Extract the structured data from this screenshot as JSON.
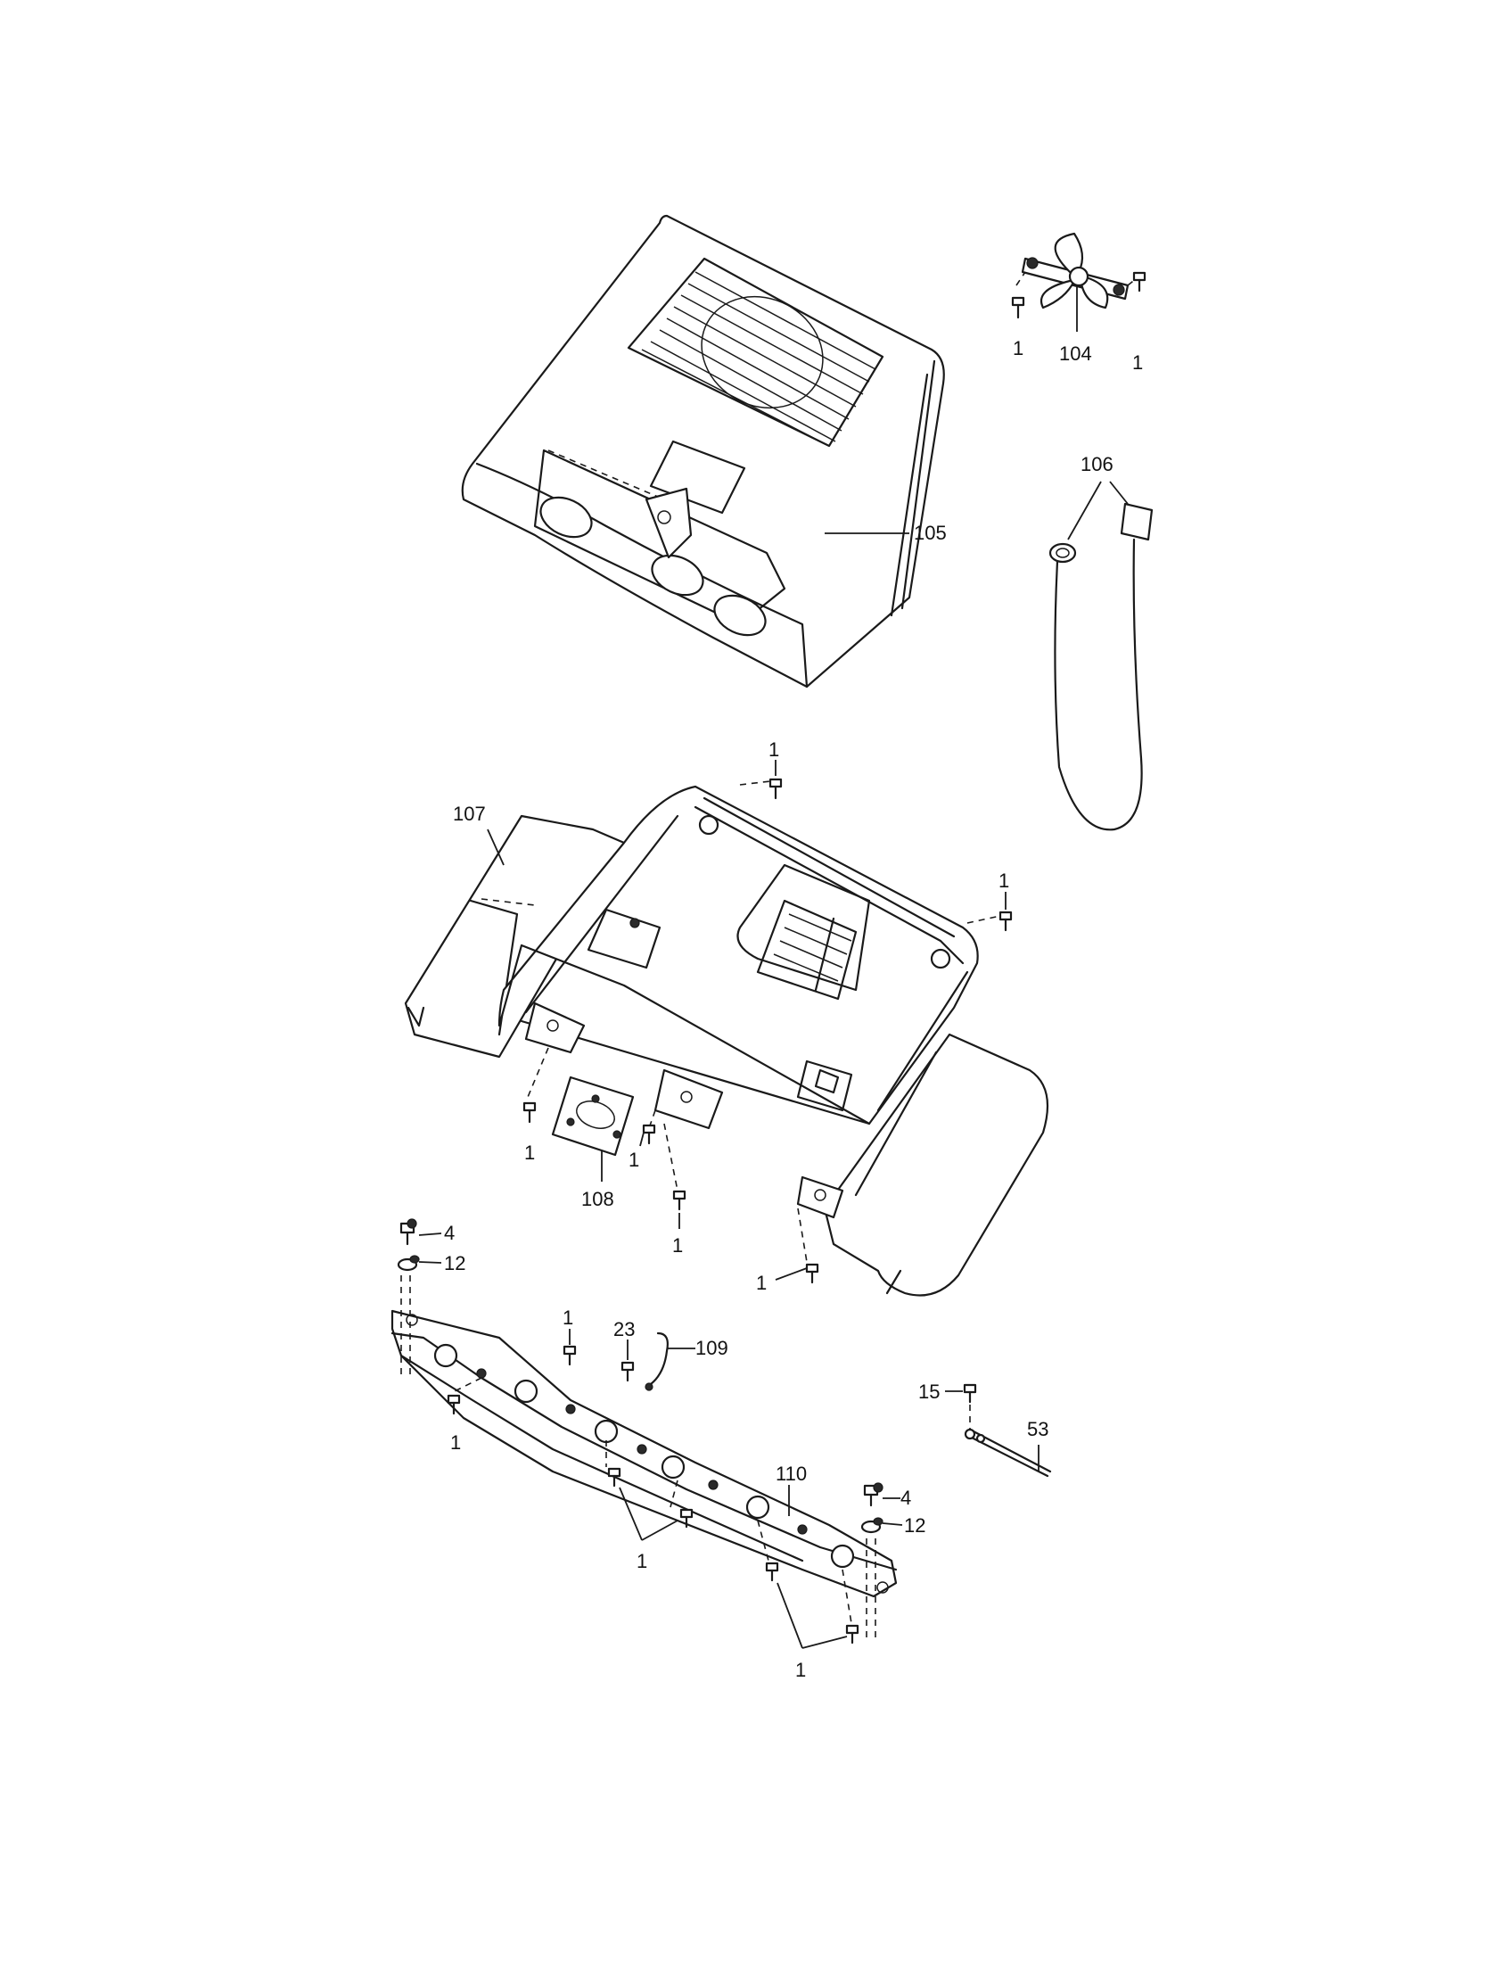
{
  "callouts": {
    "fan_screw_left": "1",
    "fan": "104",
    "fan_screw_right": "1",
    "wire_harness": "106",
    "hood": "105",
    "top_screw": "1",
    "base": "107",
    "right_screw": "1",
    "bracket_screw_left": "1",
    "bracket_screw_mid": "1",
    "bracket": "108",
    "lower_screw_mid": "1",
    "lower_screw_right": "1",
    "bolt_left": "4",
    "washer_left": "12",
    "rail_screw_top": "1",
    "clip_screw": "23",
    "wire_clip": "109",
    "rail_screw_left": "1",
    "screw_15": "15",
    "rod": "53",
    "rail": "110",
    "bolt_right": "4",
    "washer_right": "12",
    "rail_screws_mid": "1",
    "rail_screws_right": "1"
  }
}
